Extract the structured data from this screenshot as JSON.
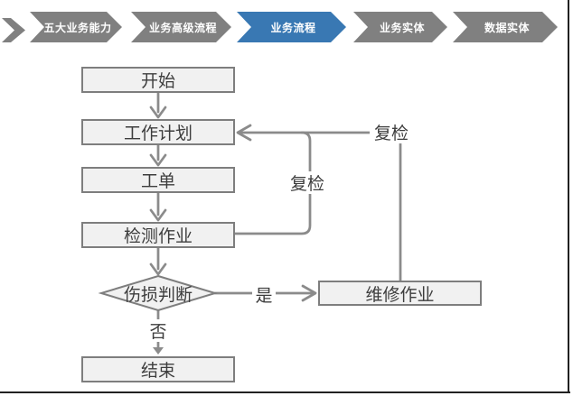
{
  "theme": {
    "chevron_gray": "#808080",
    "chevron_active_blue": "#3978B3",
    "box_fill": "#F1F1F1",
    "box_border": "#7E7E7E",
    "connector_gray": "#8B8B8B",
    "text_dark": "#3D3D3D",
    "edge_line": "#212121"
  },
  "breadcrumb": {
    "items": [
      {
        "label": "五大业务能力",
        "active": false
      },
      {
        "label": "业务高级流程",
        "active": false
      },
      {
        "label": "业务流程",
        "active": true
      },
      {
        "label": "业务实体",
        "active": false
      },
      {
        "label": "数据实体",
        "active": false
      }
    ]
  },
  "flowchart": {
    "nodes": {
      "start": "开始",
      "work_plan": "工作计划",
      "work_order": "工单",
      "inspection": "检测作业",
      "damage_decision": "伤损判断",
      "repair": "维修作业",
      "end": "结束"
    },
    "edge_labels": {
      "recheck_inner": "复检",
      "recheck_outer": "复检",
      "yes": "是",
      "no": "否"
    }
  }
}
